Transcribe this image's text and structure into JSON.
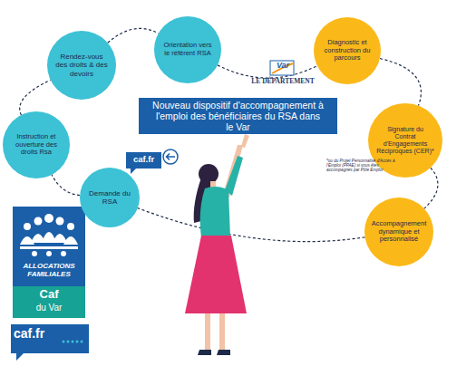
{
  "diagram": {
    "nodes": [
      {
        "text": [
          "Demande du RSA"
        ]
      },
      {
        "text": [
          "Instruction et ouverture des droits Rsa"
        ]
      },
      {
        "text": [
          "Rendez-vous des droits & des devoirs"
        ]
      },
      {
        "text": [
          "Orientation vers le référent RSA"
        ]
      },
      {
        "text": [
          "Diagnostic et construction du parcours"
        ]
      },
      {
        "text": [
          "Signature du Contrat d'Engagements Réciproques (CER)*"
        ]
      },
      {
        "text": [
          "Accompagnement dynamique et personnalisé"
        ]
      },
      {
        "text": [
          "Nouveau dispositif d'accompagnement à l'emploi des bénéficiaires du RSA dans le Var"
        ]
      }
    ],
    "edges": [
      {
        "from": 0,
        "to": 1,
        "arrow": "none"
      },
      {
        "from": 1,
        "to": 2,
        "arrow": "none"
      },
      {
        "from": 2,
        "to": 3,
        "arrow": "none"
      },
      {
        "from": 3,
        "to": 4,
        "arrow": "none"
      },
      {
        "from": 4,
        "to": 5,
        "arrow": "none"
      },
      {
        "from": 5,
        "to": 6,
        "arrow": "none"
      },
      {
        "from": 6,
        "to": 0,
        "arrow": "none"
      }
    ],
    "labels": [
      "Var",
      "LE DÉPARTEMENT",
      "caf.fr",
      "*ou du Projet Personnalisé d'Accès à l'Emploi (PPAE) si vous êtes accompagnés par Pôle Emploi",
      "ALLOCATIONS FAMILIALES",
      "Caf",
      "du Var",
      "caf.fr"
    ]
  }
}
